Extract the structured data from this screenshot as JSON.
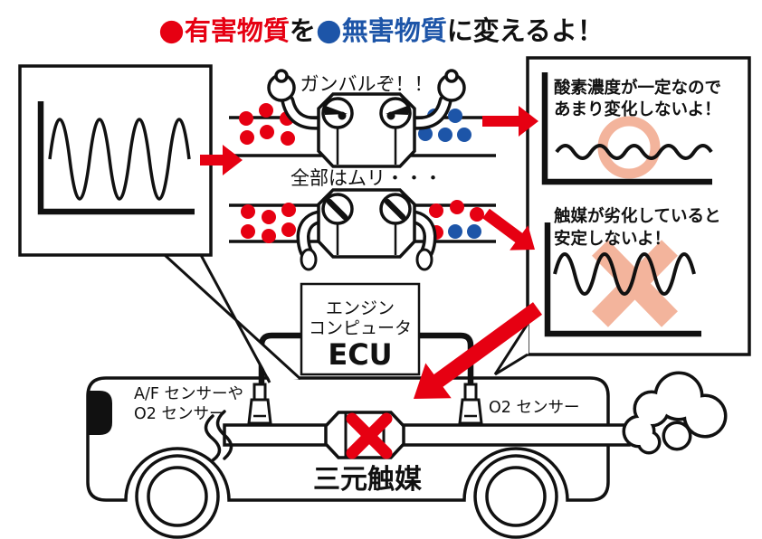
{
  "title": {
    "harmful_dot": "●",
    "harmful": "有害物質",
    "particle": "を",
    "harmless_dot": "●",
    "harmless": "無害物質",
    "tail": "に変えるよ！"
  },
  "robots": {
    "genki_say": "ガンバルぞ！！",
    "tired_say": "全部はムリ・・・"
  },
  "right_panel": {
    "top_graph": {
      "caption1": "酸素濃度が一定なので",
      "caption2": "あまり変化しないよ！",
      "wave": "small flat ripple",
      "mark": "ok-circle"
    },
    "bottom_graph": {
      "caption1": "触媒が劣化していると",
      "caption2": "安定しないよ！",
      "wave": "large unstable sine",
      "mark": "ng-cross"
    }
  },
  "left_panel": {
    "wave": "large amplitude oscillation"
  },
  "ecu": {
    "name1": "エンジン",
    "name2": "コンピュータ",
    "abbr": "ECU"
  },
  "car": {
    "front_sensor1": "A/F センサーや",
    "front_sensor2": "O2 センサー",
    "rear_sensor": "O2 センサー",
    "catalyst": "三元触媒"
  },
  "colors": {
    "red": "#e60012",
    "blue": "#1d55a8",
    "salmon": "#f3b49c",
    "ink": "#111111"
  }
}
